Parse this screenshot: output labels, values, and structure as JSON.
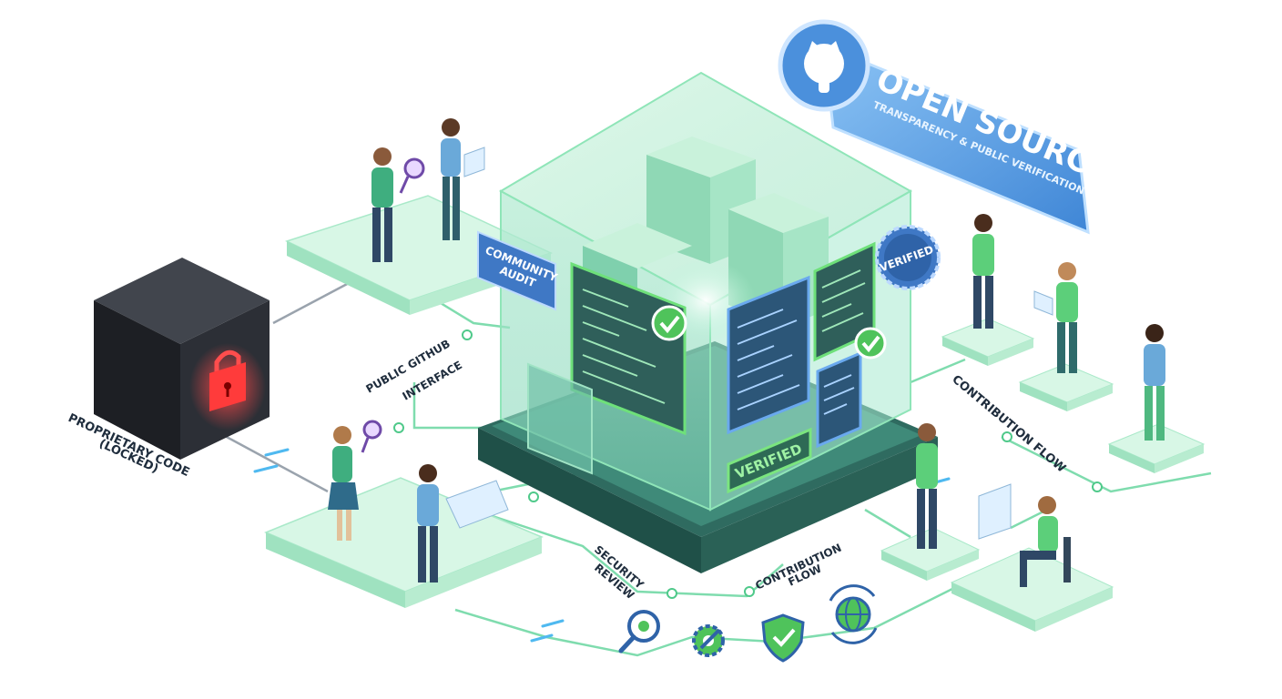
{
  "banner": {
    "title": "OPEN SOURCE",
    "subtitle": "TRANSPARENCY & PUBLIC VERIFICATION",
    "logo_icon": "github-octocat-icon"
  },
  "labels": {
    "proprietary_line1": "PROPRIETARY CODE",
    "proprietary_line2": "(LOCKED)",
    "public_github_line1": "PUBLIC GITHUB",
    "public_github_line2": "INTERFACE",
    "community_audit_line1": "COMMUNITY",
    "community_audit_line2": "AUDIT",
    "security_review_line1": "SECURITY",
    "security_review_line2": "REVIEW",
    "contribution_flow_bottom_line1": "CONTRIBUTION",
    "contribution_flow_bottom_line2": "FLOW",
    "contribution_flow_right": "CONTRIBUTION FLOW",
    "verified_seal": "VERIFIED",
    "verified_tag": "VERIFIED"
  },
  "icons": [
    "search-gear-icon",
    "gear-wrench-icon",
    "shield-check-icon",
    "globe-sync-icon",
    "padlock-icon",
    "checkmark-icon",
    "magnifier-icon"
  ],
  "colors": {
    "accent_green": "#5fd06a",
    "glass_green": "#bff0d4",
    "platform_mint": "#cdf5e0",
    "locked_red": "#ff3b3b",
    "banner_blue": "#5a9fe0",
    "dark_box": "#2a2d33"
  }
}
